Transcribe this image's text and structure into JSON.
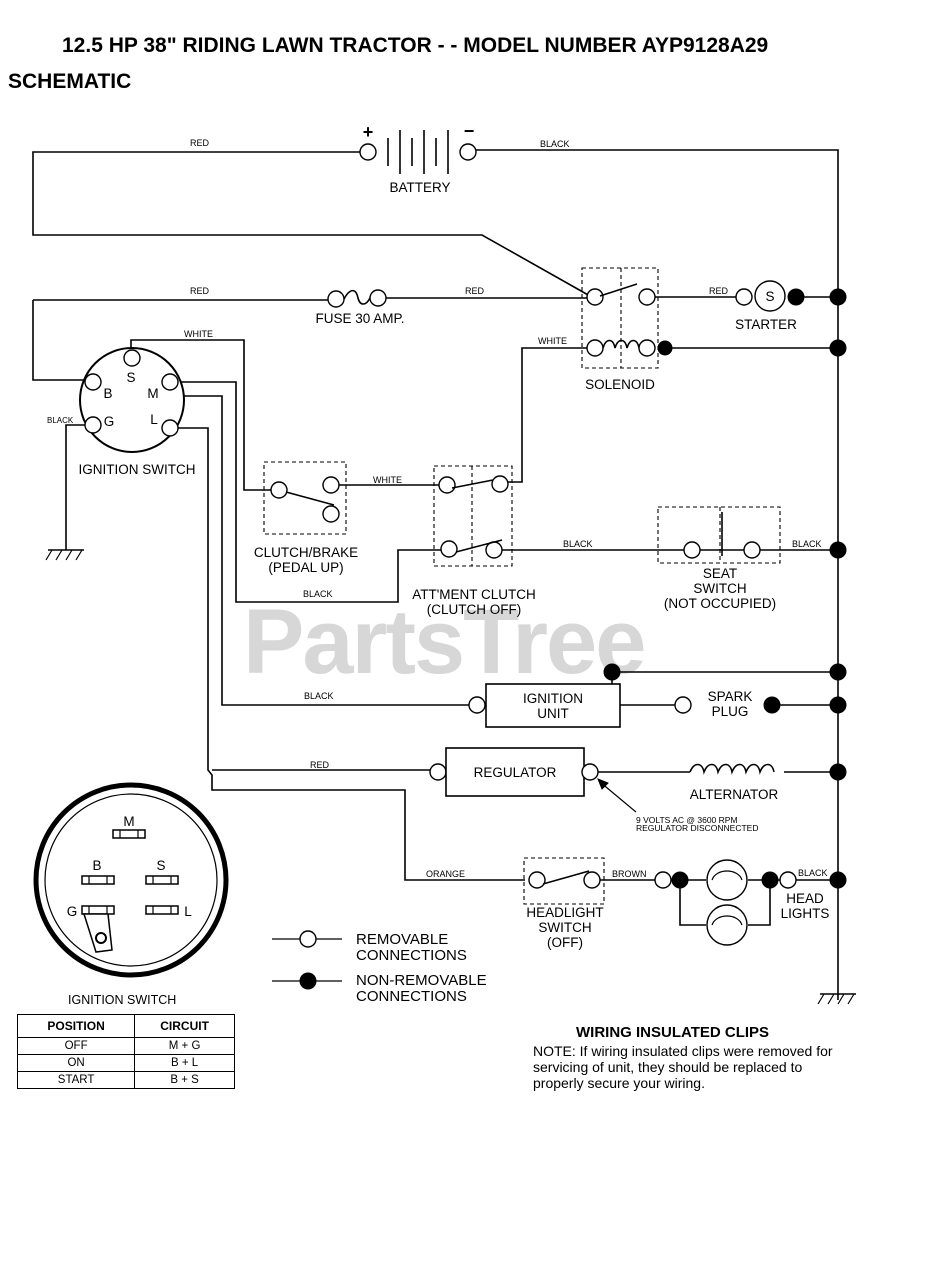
{
  "title": "12.5 HP 38\" RIDING LAWN TRACTOR - - MODEL NUMBER AYP9128A29",
  "subtitle": "SCHEMATIC",
  "watermark": "PartsTree",
  "wire_labels": {
    "red_battery": "RED",
    "black_battery": "BLACK",
    "red_fuse_left": "RED",
    "red_fuse_right": "RED",
    "red_starter": "RED",
    "white_switch": "WHITE",
    "white_solenoid": "WHITE",
    "black_ign_g": "BLACK",
    "white_clutch": "WHITE",
    "black_attment": "BLACK",
    "black_seat": "BLACK",
    "black_loop": "BLACK",
    "black_ign_unit": "BLACK",
    "red_regulator": "RED",
    "orange": "ORANGE",
    "brown": "BROWN",
    "black_head": "BLACK"
  },
  "components": {
    "battery": "BATTERY",
    "battery_plus": "+",
    "battery_minus": "−",
    "fuse": "FUSE 30 AMP.",
    "starter": "STARTER",
    "starter_s": "S",
    "solenoid": "SOLENOID",
    "ignition_switch": "IGNITION SWITCH",
    "term_s": "S",
    "term_b": "B",
    "term_m": "M",
    "term_g": "G",
    "term_l": "L",
    "clutch_brake_1": "CLUTCH/BRAKE",
    "clutch_brake_2": "(PEDAL UP)",
    "attment_1": "ATT'MENT CLUTCH",
    "attment_2": "(CLUTCH OFF)",
    "seat_1": "SEAT",
    "seat_2": "SWITCH",
    "seat_3": "(NOT OCCUPIED)",
    "ignition_unit_1": "IGNITION",
    "ignition_unit_2": "UNIT",
    "spark_1": "SPARK",
    "spark_2": "PLUG",
    "regulator": "REGULATOR",
    "alternator": "ALTERNATOR",
    "volts_1": "9 VOLTS AC @ 3600 RPM",
    "volts_2": "REGULATOR DISCONNECTED",
    "headlight_sw_1": "HEADLIGHT",
    "headlight_sw_2": "SWITCH",
    "headlight_sw_3": "(OFF)",
    "head_lights_1": "HEAD",
    "head_lights_2": "LIGHTS"
  },
  "switch_face": {
    "m": "M",
    "b": "B",
    "s": "S",
    "g": "G",
    "l": "L"
  },
  "legend": {
    "removable_1": "REMOVABLE",
    "removable_2": "CONNECTIONS",
    "nonremovable_1": "NON-REMOVABLE",
    "nonremovable_2": "CONNECTIONS"
  },
  "ignition_table": {
    "caption": "IGNITION SWITCH",
    "headers": [
      "POSITION",
      "CIRCUIT"
    ],
    "rows": [
      [
        "OFF",
        "M + G"
      ],
      [
        "ON",
        "B + L"
      ],
      [
        "START",
        "B + S"
      ]
    ]
  },
  "clips": {
    "title": "WIRING INSULATED CLIPS",
    "note": "NOTE: If wiring insulated clips were removed for servicing of unit, they should be replaced to properly secure your wiring."
  }
}
